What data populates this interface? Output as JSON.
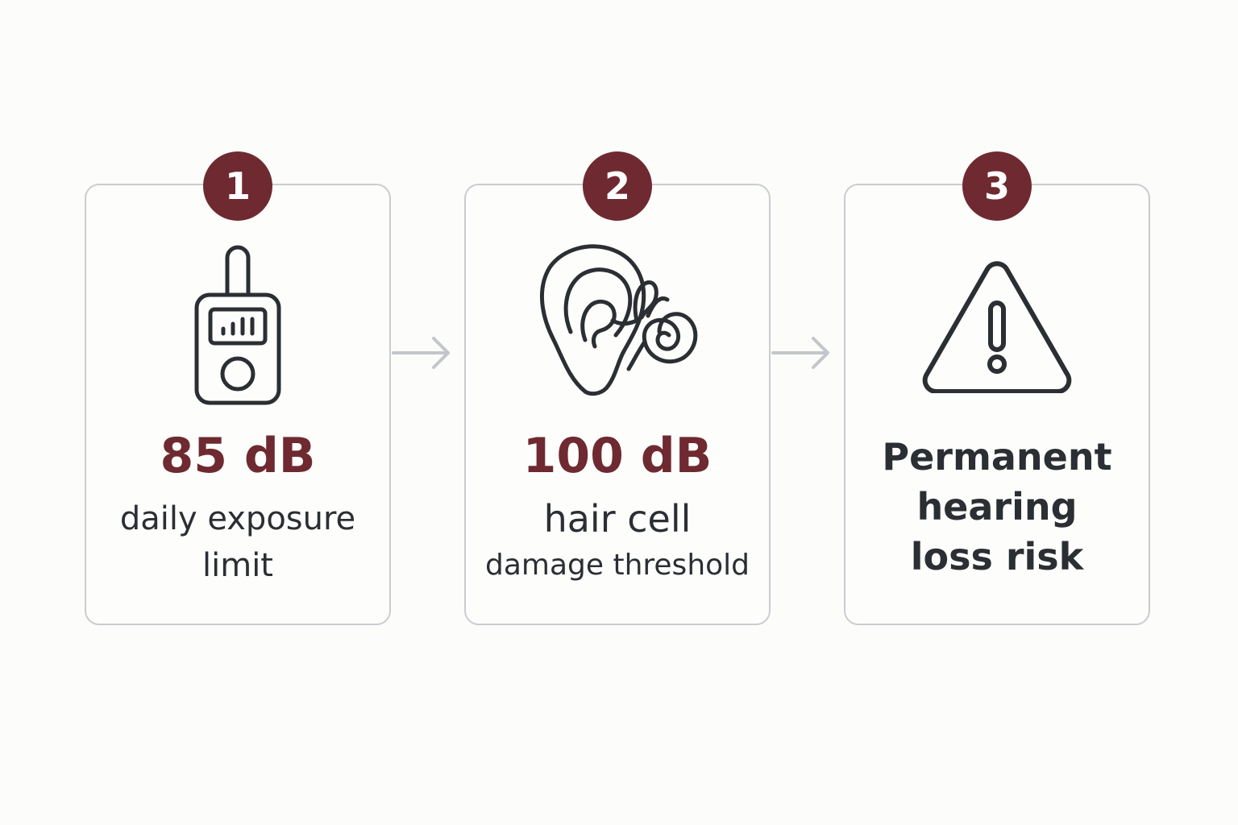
{
  "colors": {
    "accent": "#6e2a30",
    "text": "#2b2f33",
    "border": "#c9ccd0",
    "arrow": "#c3c6ca",
    "background": "#fcfcfa"
  },
  "steps": [
    {
      "number": "1",
      "icon": "sound-level-meter-icon",
      "value": "85 dB",
      "description_line1": "daily exposure",
      "description_line2": "limit"
    },
    {
      "number": "2",
      "icon": "ear-cochlea-icon",
      "value": "100 dB",
      "description_line1": "hair cell",
      "description_line2": "damage threshold"
    },
    {
      "number": "3",
      "icon": "warning-triangle-icon",
      "text_lines": [
        "Permanent",
        "hearing",
        "loss risk"
      ]
    }
  ]
}
